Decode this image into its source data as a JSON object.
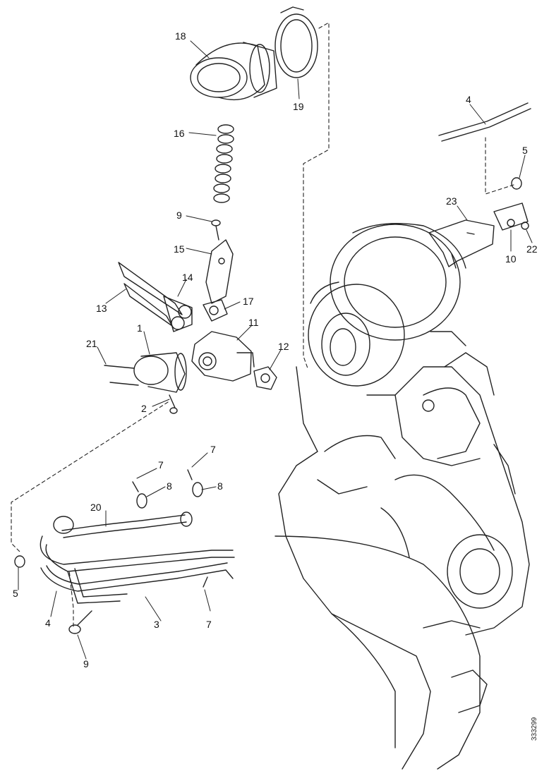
{
  "diagram": {
    "callouts": [
      {
        "id": "c18",
        "text": "18"
      },
      {
        "id": "c19",
        "text": "19"
      },
      {
        "id": "c16",
        "text": "16"
      },
      {
        "id": "c9a",
        "text": "9"
      },
      {
        "id": "c15",
        "text": "15"
      },
      {
        "id": "c14",
        "text": "14"
      },
      {
        "id": "c13",
        "text": "13"
      },
      {
        "id": "c17",
        "text": "17"
      },
      {
        "id": "c1",
        "text": "1"
      },
      {
        "id": "c11",
        "text": "11"
      },
      {
        "id": "c21",
        "text": "21"
      },
      {
        "id": "c12",
        "text": "12"
      },
      {
        "id": "c2",
        "text": "2"
      },
      {
        "id": "c4a",
        "text": "4"
      },
      {
        "id": "c5a",
        "text": "5"
      },
      {
        "id": "c23",
        "text": "23"
      },
      {
        "id": "c10",
        "text": "10"
      },
      {
        "id": "c22",
        "text": "22"
      },
      {
        "id": "c7a",
        "text": "7"
      },
      {
        "id": "c7b",
        "text": "7"
      },
      {
        "id": "c8a",
        "text": "8"
      },
      {
        "id": "c8b",
        "text": "8"
      },
      {
        "id": "c20",
        "text": "20"
      },
      {
        "id": "c5b",
        "text": "5"
      },
      {
        "id": "c4b",
        "text": "4"
      },
      {
        "id": "c3",
        "text": "3"
      },
      {
        "id": "c7c",
        "text": "7"
      },
      {
        "id": "c9b",
        "text": "9"
      }
    ],
    "document_number": "333299"
  }
}
